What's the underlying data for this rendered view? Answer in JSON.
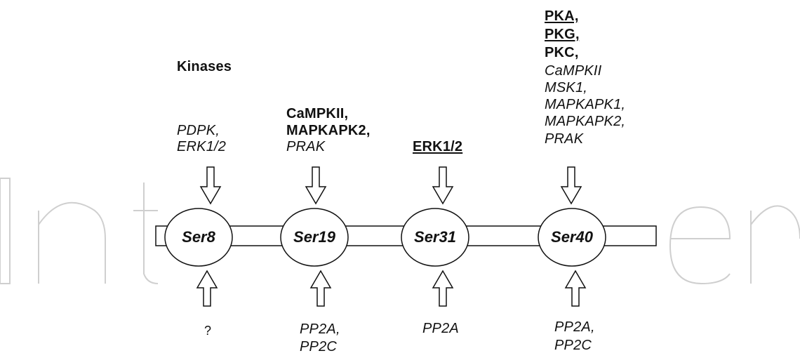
{
  "title": "Kinases",
  "sites": [
    {
      "name": "Ser8"
    },
    {
      "name": "Ser19"
    },
    {
      "name": "Ser31"
    },
    {
      "name": "Ser40"
    }
  ],
  "kinases": {
    "ser8": [
      "PDPK,",
      "ERK1/2"
    ],
    "ser19": [
      "CaMPKII,",
      "MAPKAPK2,",
      "PRAK"
    ],
    "ser31": [
      "ERK1/2"
    ],
    "ser40": [
      "PKA,",
      "PKG,",
      "PKC,",
      "CaMPKII",
      "MSK1,",
      "MAPKAPK1,",
      "MAPKAPK2,",
      "PRAK"
    ]
  },
  "phosphatases": {
    "ser8": [
      "?"
    ],
    "ser19": [
      "PP2A,",
      "PP2C"
    ],
    "ser31": [
      "PP2A"
    ],
    "ser40": [
      "PP2A,",
      "PP2C"
    ]
  },
  "colors": {
    "line": "#111111",
    "watermark": "#c8c8c8",
    "background": "#ffffff"
  }
}
